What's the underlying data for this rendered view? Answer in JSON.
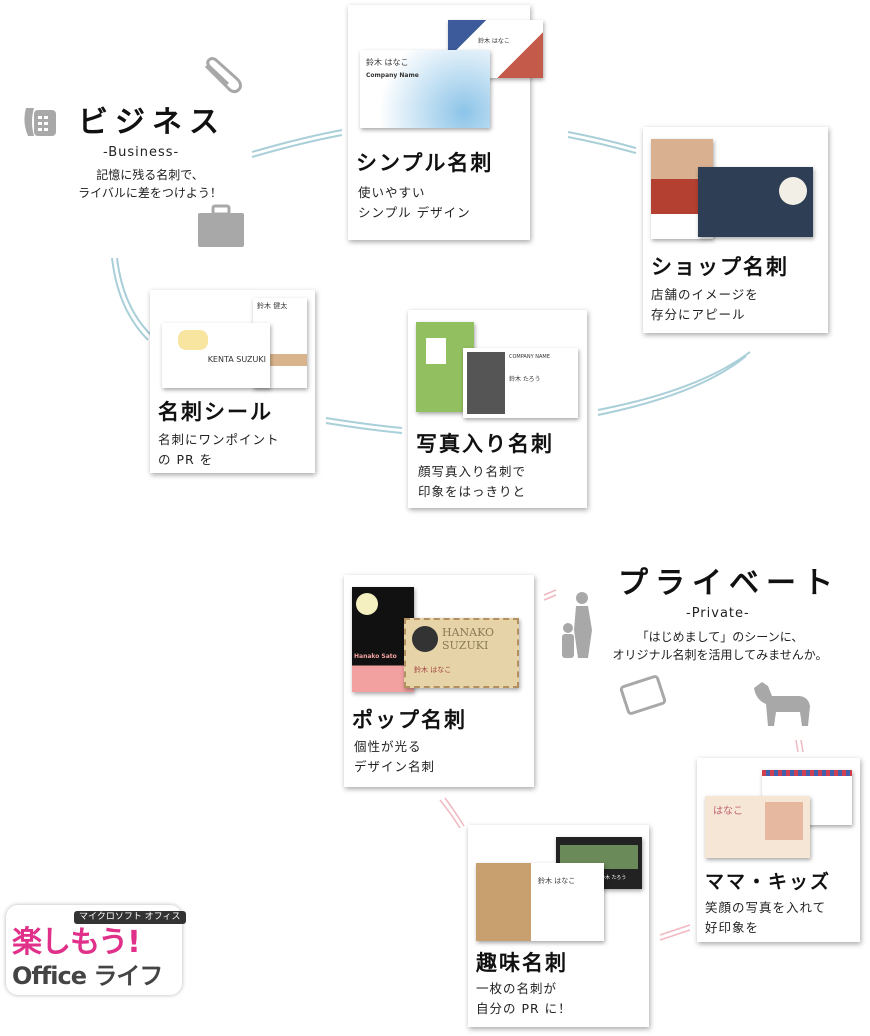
{
  "colors": {
    "business_line": "#a9cfd8",
    "private_line": "#f0b8c0",
    "icon_gray": "#a8a8a8"
  },
  "business": {
    "title": "ビジネス",
    "subtitle": "-Business-",
    "desc_lines": [
      "記憶に残る名刺で、",
      "ライバルに差をつけよう！"
    ],
    "icons": [
      "telephone-icon",
      "paperclip-icon",
      "briefcase-icon"
    ]
  },
  "private": {
    "title": "プライベート",
    "subtitle": "-Private-",
    "desc_lines": [
      "「はじめまして」のシーンに、",
      "オリジナル名刺を活用してみませんか。"
    ],
    "icons": [
      "mother-child-icon",
      "tablet-icon",
      "dog-icon"
    ]
  },
  "cards": {
    "simple": {
      "title": "シンプル名刺",
      "desc": [
        "使いやすい",
        "シンプル デザイン"
      ],
      "sample_name": "鈴木 はなこ",
      "sample_company": "Company Name"
    },
    "shop": {
      "title": "ショップ名刺",
      "desc": [
        "店舗のイメージを",
        "存分にアピール"
      ]
    },
    "seal": {
      "title": "名刺シール",
      "desc": [
        "名刺にワンポイント",
        "の PR を"
      ],
      "sample_name": "KENTA SUZUKI",
      "sample_name_jp": "鈴木 健太"
    },
    "photo": {
      "title": "写真入り名刺",
      "desc": [
        "顔写真入り名刺で",
        "印象をはっきりと"
      ],
      "sample_name": "鈴木 たろう",
      "sample_company": "COMPANY NAME"
    },
    "pop": {
      "title": "ポップ名刺",
      "desc": [
        "個性が光る",
        "デザイン名刺"
      ],
      "sample_name": "HANAKO SUZUKI",
      "sample_name_jp": "鈴木 はなこ",
      "sample_name2": "Hanako Sato"
    },
    "mama": {
      "title": "ママ・キッズ",
      "desc": [
        "笑顔の写真を入れて",
        "好印象を"
      ],
      "sample_name": "はなこ"
    },
    "hobby": {
      "title": "趣味名刺",
      "desc": [
        "一枚の名刺が",
        "自分の PR に！"
      ],
      "sample_name": "鈴木 はなこ",
      "sample_name2": "鈴木 たろう"
    }
  },
  "logo": {
    "top": "マイクロソフト オフィス",
    "main": "楽しもう!",
    "bottom": "Office ライフ"
  }
}
